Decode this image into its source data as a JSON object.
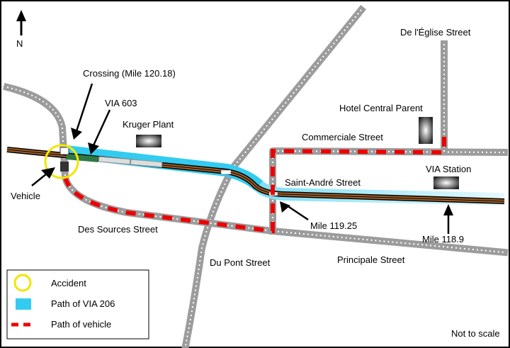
{
  "north": "N",
  "labels": {
    "crossing": "Crossing (Mile 120.18)",
    "via603": "VIA 603",
    "kruger": "Kruger Plant",
    "vehicle": "Vehicle",
    "des_sources": "Des Sources Street",
    "du_pont": "Du Pont Street",
    "eglise": "De l'Église Street",
    "hotel": "Hotel Central Parent",
    "commerciale": "Commerciale Street",
    "saint_andre": "Saint-André Street",
    "via_station": "VIA Station",
    "mile_11925": "Mile 119.25",
    "mile_1189": "Mile 118.9",
    "principale": "Principale Street",
    "scale": "Not to scale"
  },
  "legend": {
    "accident": "Accident",
    "path_via": "Path of VIA 206",
    "path_vehicle": "Path of vehicle"
  },
  "colors": {
    "accident": "#f2e600",
    "path_via": "#33ccf0",
    "path_vehicle": "#ee0000",
    "track": "#a0602a",
    "road": "#9c9c9c"
  }
}
